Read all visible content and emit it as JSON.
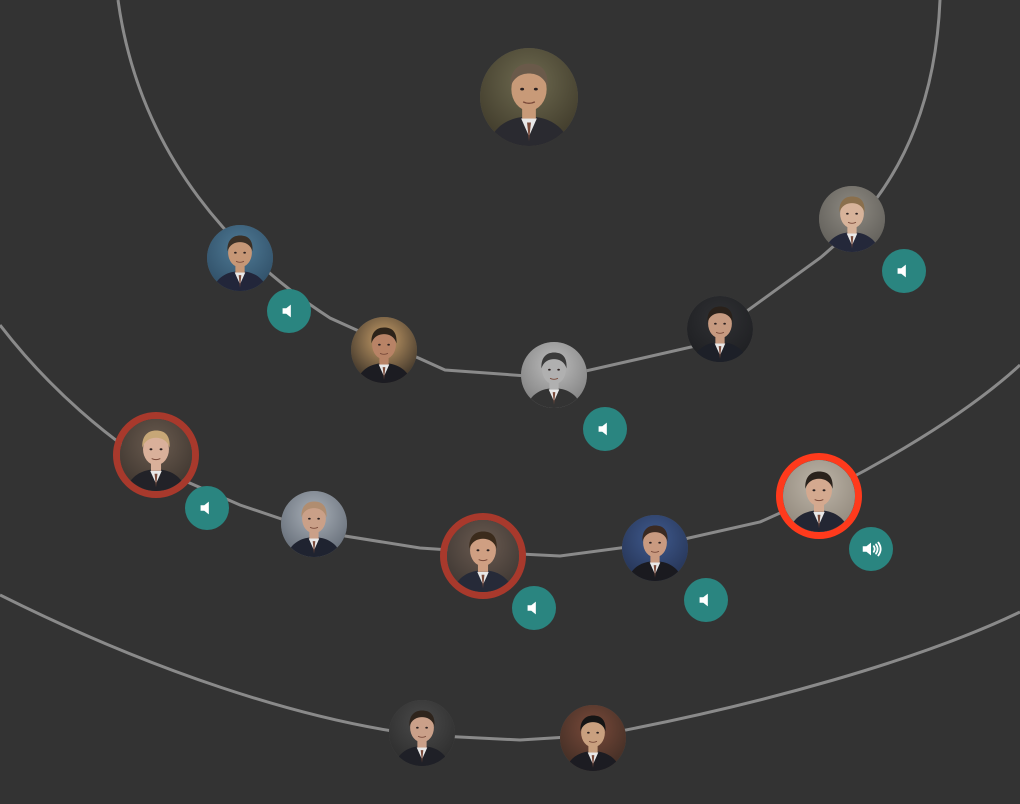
{
  "colors": {
    "background": "#333333",
    "connection_line": "#8a8a8a",
    "audio_button": "#2a8580",
    "highlight_ring": "#a8392c",
    "active_ring": "#ff3a1c"
  },
  "people": [
    {
      "id": "top-center",
      "audio": false,
      "ring": "none",
      "tone": [
        "#6e6a50",
        "#3a3526"
      ],
      "skin": "#c89a78",
      "suit": "#2a2a30",
      "hair": "#6a5a4a"
    },
    {
      "id": "upper-left",
      "audio": true,
      "ring": "none",
      "tone": [
        "#4f7a95",
        "#2c4a62"
      ],
      "skin": "#c69776",
      "suit": "#22263a",
      "hair": "#3b3026"
    },
    {
      "id": "upper-right",
      "audio": true,
      "ring": "none",
      "tone": [
        "#8e8a82",
        "#5c5a55"
      ],
      "skin": "#d7b39a",
      "suit": "#24283a",
      "hair": "#8a6f4c"
    },
    {
      "id": "middle-left",
      "audio": false,
      "ring": "none",
      "tone": [
        "#caa06a",
        "#2a2520"
      ],
      "skin": "#b88366",
      "suit": "#1c1c22",
      "hair": "#2d2319"
    },
    {
      "id": "middle-center",
      "audio": true,
      "ring": "none",
      "tone": [
        "#bdbdbd",
        "#7a7a7a"
      ],
      "skin": "#b0b0b0",
      "suit": "#333333",
      "hair": "#3a3a3a"
    },
    {
      "id": "middle-right",
      "audio": false,
      "ring": "none",
      "tone": [
        "#303134",
        "#1c1d20"
      ],
      "skin": "#c69a80",
      "suit": "#1d2028",
      "hair": "#2a211a"
    },
    {
      "id": "lower-left",
      "audio": true,
      "ring": "highlight",
      "tone": [
        "#6a5b4f",
        "#3a322c"
      ],
      "skin": "#d9b09a",
      "suit": "#222228",
      "hair": "#c7a777"
    },
    {
      "id": "lower-left-2",
      "audio": false,
      "ring": "none",
      "tone": [
        "#a9b0b8",
        "#5d6570"
      ],
      "skin": "#caa088",
      "suit": "#1f2330",
      "hair": "#b08d70"
    },
    {
      "id": "lower-center",
      "audio": true,
      "ring": "highlight",
      "tone": [
        "#6a5a50",
        "#3a3430"
      ],
      "skin": "#cf9f82",
      "suit": "#262a38",
      "hair": "#3b2b1c"
    },
    {
      "id": "lower-right",
      "audio": true,
      "ring": "none",
      "tone": [
        "#3f5a8e",
        "#23304f"
      ],
      "skin": "#c99a80",
      "suit": "#1a1a1f",
      "hair": "#3b2a22"
    },
    {
      "id": "active-right",
      "audio": true,
      "ring": "active",
      "tone": [
        "#bdb5a8",
        "#8d8478"
      ],
      "skin": "#d4a98f",
      "suit": "#232633",
      "hair": "#2a221c",
      "playing": true
    },
    {
      "id": "bottom-left",
      "audio": false,
      "ring": "none",
      "tone": [
        "#4a4a4a",
        "#2a2a2a"
      ],
      "skin": "#caa089",
      "suit": "#1f2027",
      "hair": "#2e241c"
    },
    {
      "id": "bottom-right",
      "audio": false,
      "ring": "none",
      "tone": [
        "#7a4a3a",
        "#3a2a22"
      ],
      "skin": "#c9a07f",
      "suit": "#1c1c22",
      "hair": "#151515"
    }
  ]
}
